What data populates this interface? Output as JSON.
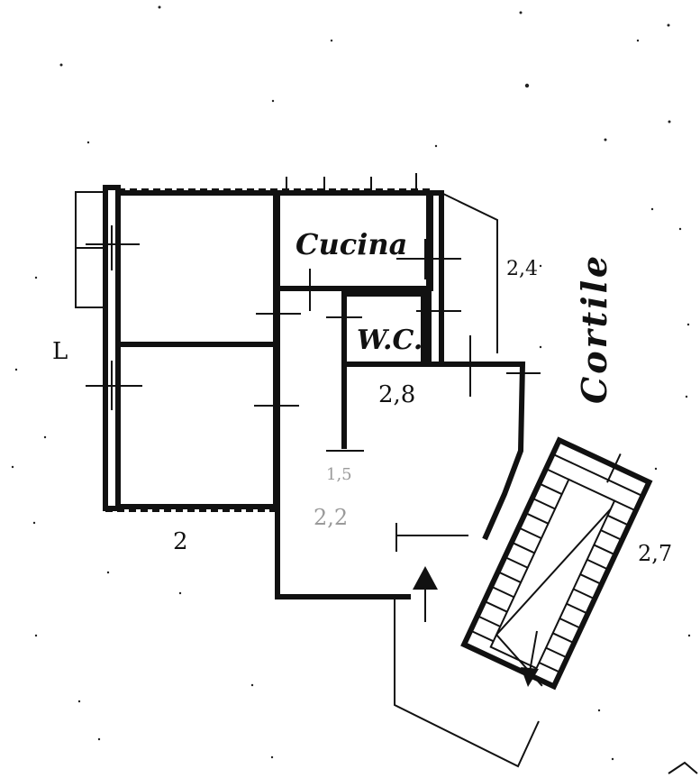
{
  "plan": {
    "rooms": {
      "kitchen": "Cucina",
      "wc": "W.C."
    },
    "dimensions": {
      "left": "L",
      "bottom": "2",
      "right_upper": "2,4",
      "corridor": "2,8",
      "stair_side": "2,7",
      "faint_hall": "2,2",
      "faint_top": "1,5"
    },
    "courtyard_label": "Cortile",
    "colors": {
      "ink": "#111111",
      "paper": "#ffffff"
    }
  }
}
